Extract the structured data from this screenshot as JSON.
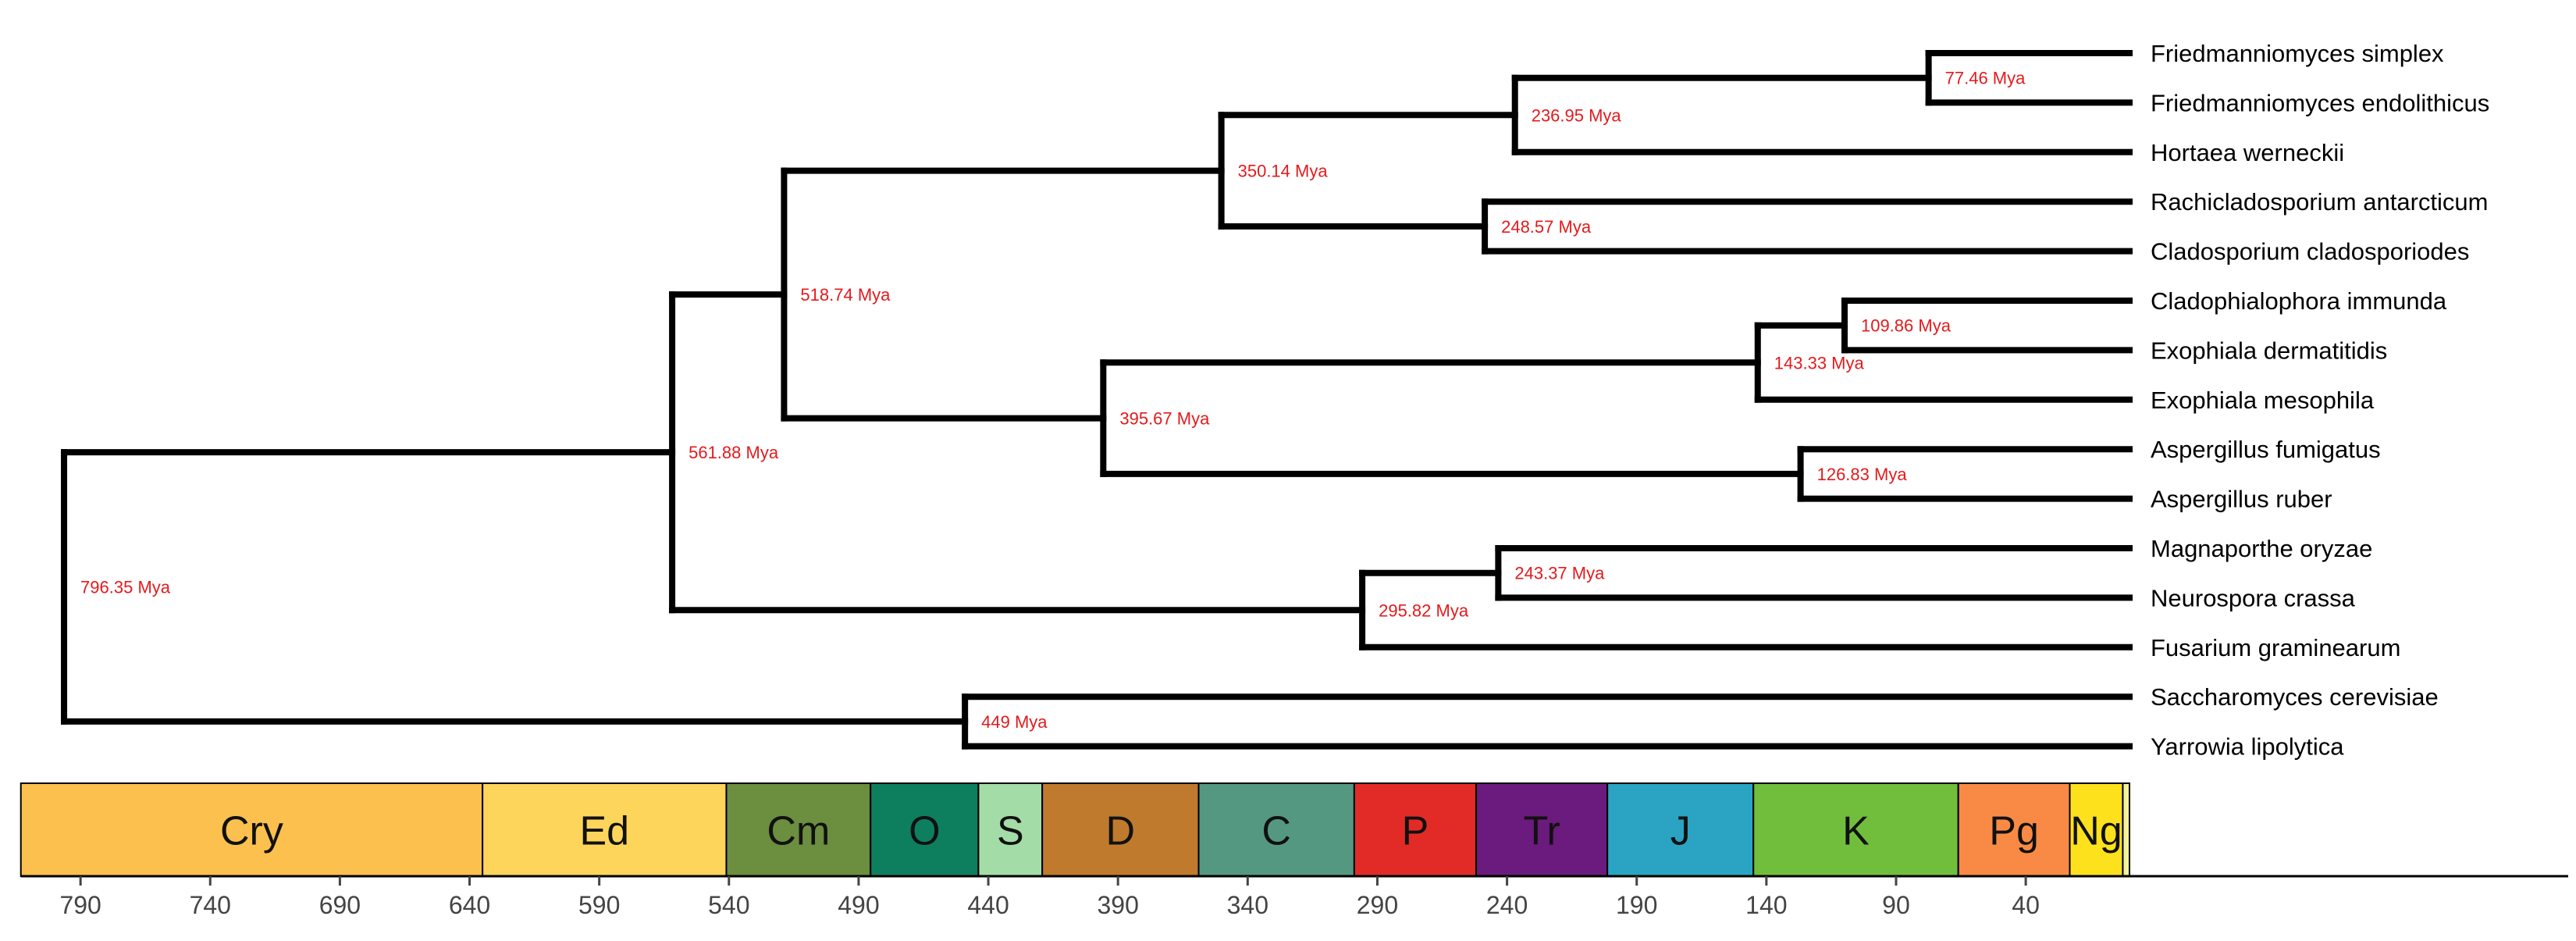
{
  "taxa": [
    "Friedmanniomyces simplex",
    "Friedmanniomyces endolithicus",
    "Hortaea werneckii",
    "Rachicladosporium antarcticum",
    "Cladosporium cladosporiodes",
    "Cladophialophora immunda",
    "Exophiala dermatitidis",
    "Exophiala mesophila",
    "Aspergillus fumigatus",
    "Aspergillus ruber",
    "Magnaporthe oryzae",
    "Neurospora crassa",
    "Fusarium graminearum",
    "Saccharomyces cerevisiae",
    "Yarrowia lipolytica"
  ],
  "nodes": [
    {
      "id": "n1",
      "age": 77.46,
      "label": "77.46 Mya",
      "children": [
        0,
        1
      ]
    },
    {
      "id": "n2",
      "age": 236.95,
      "label": "236.95 Mya",
      "children": [
        "n1",
        2
      ]
    },
    {
      "id": "n3",
      "age": 248.57,
      "label": "248.57 Mya",
      "children": [
        3,
        4
      ]
    },
    {
      "id": "n4",
      "age": 350.14,
      "label": "350.14 Mya",
      "children": [
        "n2",
        "n3"
      ]
    },
    {
      "id": "n5",
      "age": 109.86,
      "label": "109.86 Mya",
      "children": [
        5,
        6
      ]
    },
    {
      "id": "n6",
      "age": 143.33,
      "label": "143.33 Mya",
      "children": [
        "n5",
        7
      ]
    },
    {
      "id": "n7",
      "age": 126.83,
      "label": "126.83 Mya",
      "children": [
        8,
        9
      ]
    },
    {
      "id": "n8",
      "age": 395.67,
      "label": "395.67 Mya",
      "children": [
        "n6",
        "n7"
      ]
    },
    {
      "id": "n9",
      "age": 518.74,
      "label": "518.74 Mya",
      "children": [
        "n4",
        "n8"
      ]
    },
    {
      "id": "n10",
      "age": 243.37,
      "label": "243.37 Mya",
      "children": [
        10,
        11
      ]
    },
    {
      "id": "n11",
      "age": 295.82,
      "label": "295.82 Mya",
      "children": [
        "n10",
        12
      ]
    },
    {
      "id": "n12",
      "age": 561.88,
      "label": "561.88 Mya",
      "children": [
        "n9",
        "n11"
      ]
    },
    {
      "id": "n13",
      "age": 449,
      "label": "449 Mya",
      "children": [
        13,
        14
      ]
    },
    {
      "id": "n14",
      "age": 796.35,
      "label": "796.35 Mya",
      "children": [
        "n12",
        "n13"
      ]
    }
  ],
  "periods": [
    {
      "abbr": "Cry",
      "start": 813,
      "end": 635,
      "color": "#FCC04F"
    },
    {
      "abbr": "Ed",
      "start": 635,
      "end": 541,
      "color": "#FDD55B"
    },
    {
      "abbr": "Cm",
      "start": 541,
      "end": 485.4,
      "color": "#6B8E3F"
    },
    {
      "abbr": "O",
      "start": 485.4,
      "end": 443.8,
      "color": "#0E7F5E"
    },
    {
      "abbr": "S",
      "start": 443.8,
      "end": 419.2,
      "color": "#A4DCA8"
    },
    {
      "abbr": "D",
      "start": 419.2,
      "end": 358.9,
      "color": "#BF7A2E"
    },
    {
      "abbr": "C",
      "start": 358.9,
      "end": 298.9,
      "color": "#559882"
    },
    {
      "abbr": "P",
      "start": 298.9,
      "end": 251.9,
      "color": "#E22B26"
    },
    {
      "abbr": "Tr",
      "start": 251.9,
      "end": 201.3,
      "color": "#6B1A7D"
    },
    {
      "abbr": "J",
      "start": 201.3,
      "end": 145,
      "color": "#2AA4C2"
    },
    {
      "abbr": "K",
      "start": 145,
      "end": 66,
      "color": "#71BE3D"
    },
    {
      "abbr": "Pg",
      "start": 66,
      "end": 23.03,
      "color": "#F98A45"
    },
    {
      "abbr": "Ng",
      "start": 23.03,
      "end": 2.58,
      "color": "#FDE11C"
    },
    {
      "abbr": "",
      "start": 2.58,
      "end": 0,
      "color": "#F4F29A"
    }
  ],
  "axis": {
    "ticks": [
      790,
      740,
      690,
      640,
      590,
      540,
      490,
      440,
      390,
      340,
      290,
      240,
      190,
      140,
      90,
      40
    ],
    "max": 813,
    "min": 0
  }
}
